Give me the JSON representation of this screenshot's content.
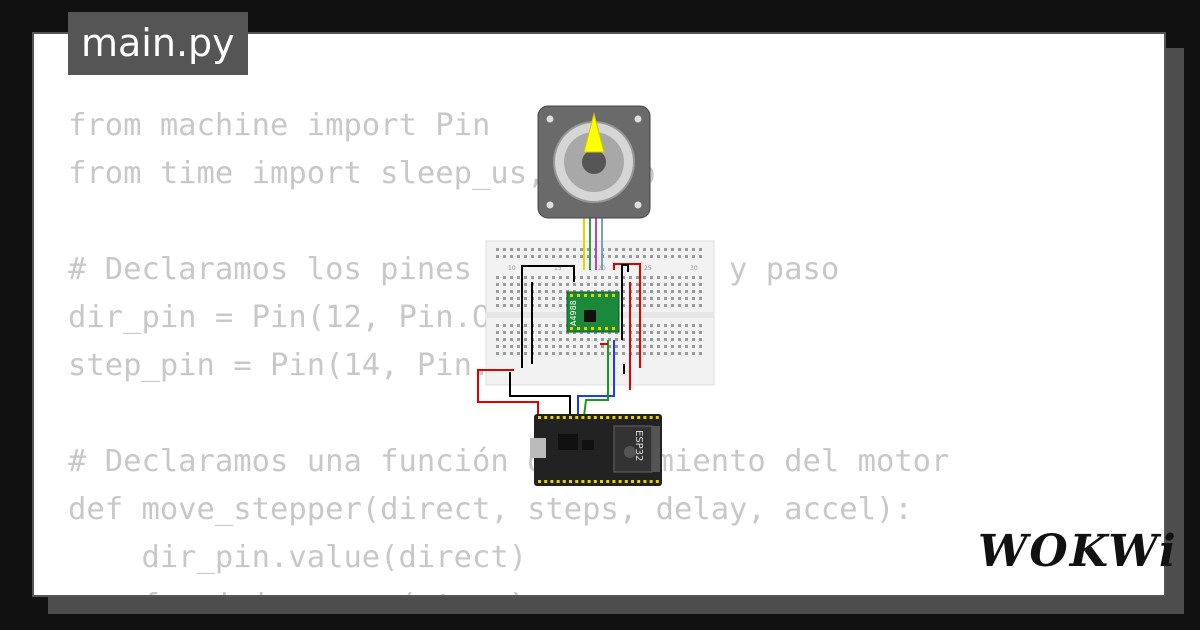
{
  "editor": {
    "tab_label": "main.py",
    "code_lines": [
      "from machine import Pin",
      "from time import sleep_us, sleep",
      "",
      "# Declaramos los pines de dirección y paso",
      "dir_pin = Pin(12, Pin.OUT)",
      "step_pin = Pin(14, Pin.OUT)",
      "",
      "# Declaramos una función de movimiento del motor",
      "def move_stepper(direct, steps, delay, accel):",
      "    dir_pin.value(direct)",
      "    for i in range(steps):"
    ]
  },
  "brand": {
    "logo_text": "WOKWi"
  },
  "circuit": {
    "driver_label": "A4988",
    "board_label": "ESP32",
    "breadboard_labels": [
      "10",
      "15",
      "20",
      "25",
      "30"
    ],
    "colors": {
      "motor_body": "#666666",
      "motor_pointer": "#ffff00",
      "driver": "#1a8a3a",
      "board": "#222222",
      "wire_red": "#e00000",
      "wire_black": "#000000",
      "wire_blue": "#1a3aff",
      "wire_green": "#1a9a1a",
      "breadboard": "#f2f2f2"
    }
  }
}
